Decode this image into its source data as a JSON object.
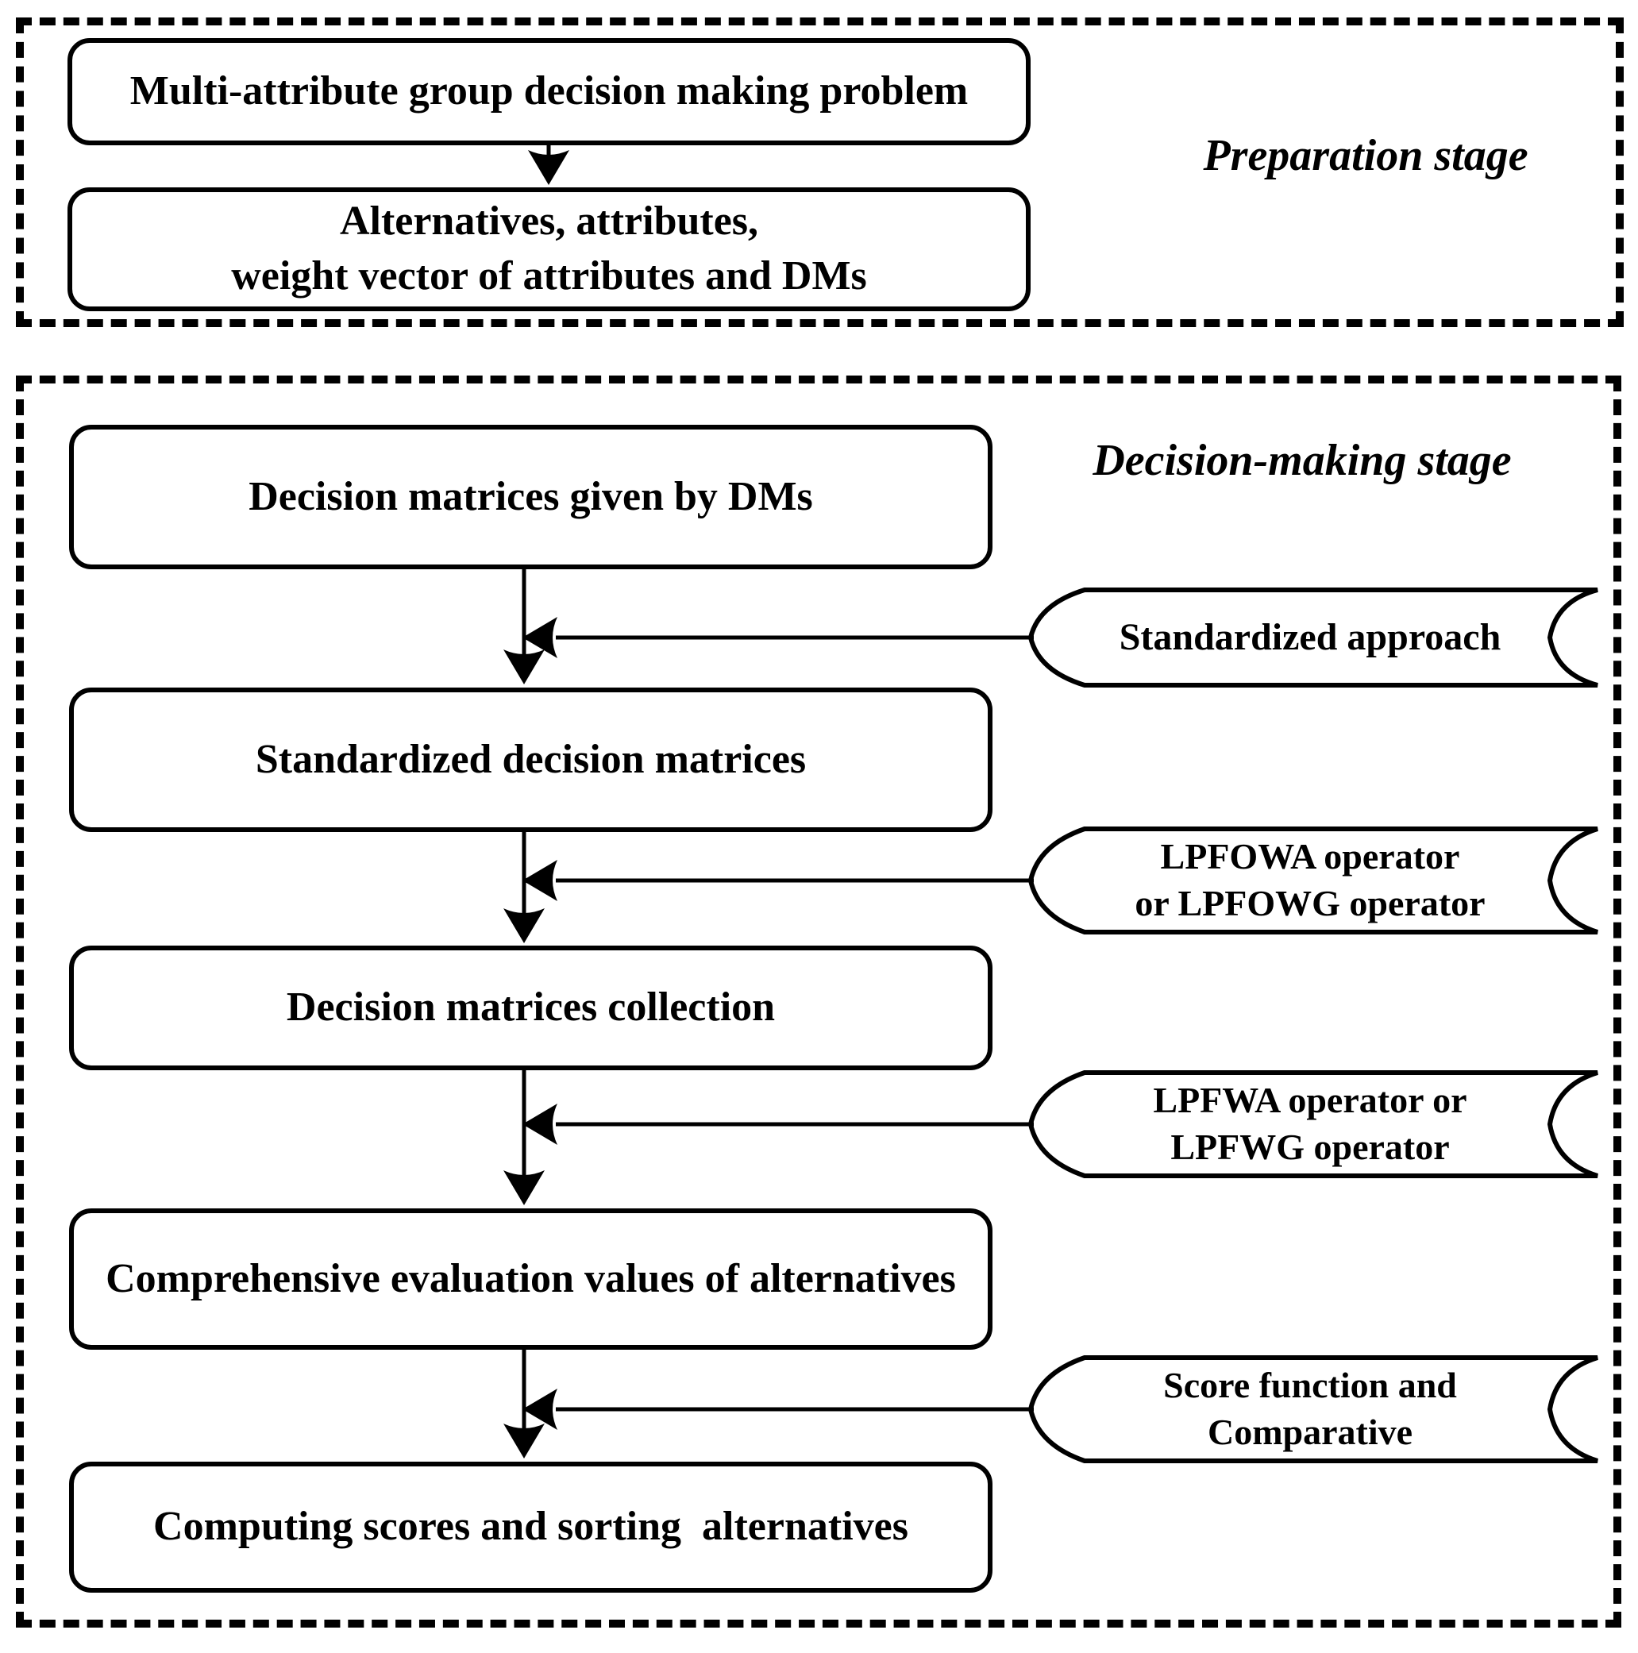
{
  "diagram": {
    "preparation": {
      "label": "Preparation stage",
      "box1": "Multi-attribute group decision making problem",
      "box2_line1": "Alternatives, attributes,",
      "box2_line2": "weight vector of attributes and DMs"
    },
    "decision": {
      "label": "Decision-making stage",
      "box3": "Decision matrices given by DMs",
      "box4": "Standardized decision matrices",
      "box5": "Decision matrices collection",
      "box6": "Comprehensive evaluation values of alternatives",
      "box7": "Computing scores and sorting  alternatives",
      "banner1_line1": "Standardized approach",
      "banner2_line1": "LPFOWA operator",
      "banner2_line2": "or LPFOWG operator",
      "banner3_line1": "LPFWA operator or",
      "banner3_line2": "LPFWG operator",
      "banner4_line1": "Score function and",
      "banner4_line2": "Comparative"
    },
    "colors": {
      "ink": "#000000",
      "background": "#ffffff"
    }
  }
}
